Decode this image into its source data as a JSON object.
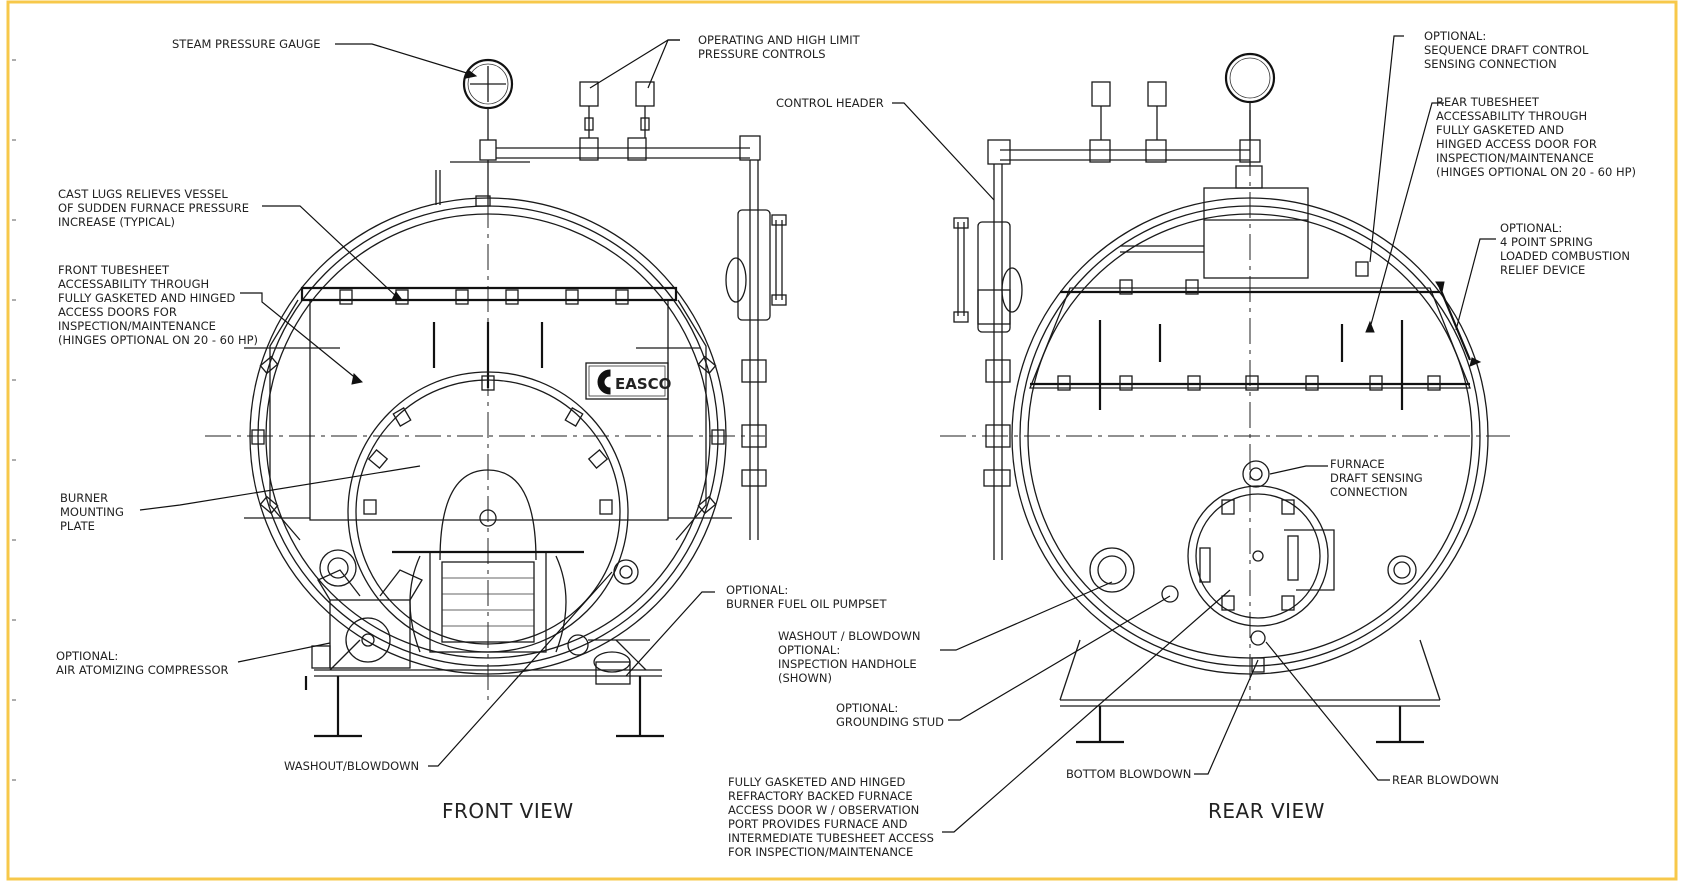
{
  "frame": {
    "border_color": "#f7c84a"
  },
  "titles": {
    "front_view": "FRONT VIEW",
    "rear_view": "REAR VIEW"
  },
  "logo": {
    "text": "EASCO"
  },
  "labels": {
    "steam_pressure_gauge": "STEAM PRESSURE GAUGE",
    "pressure_controls": [
      "OPERATING AND HIGH LIMIT",
      "PRESSURE CONTROLS"
    ],
    "control_header": "CONTROL HEADER",
    "cast_lugs": [
      "CAST LUGS RELIEVES VESSEL",
      "OF SUDDEN FURNACE PRESSURE",
      "INCREASE (TYPICAL)"
    ],
    "front_tubesheet": [
      "FRONT TUBESHEET",
      "ACCESSABILITY THROUGH",
      "FULLY GASKETED AND HINGED",
      "ACCESS DOORS FOR",
      "INSPECTION/MAINTENANCE",
      "(HINGES OPTIONAL ON 20 - 60 HP)"
    ],
    "burner_mounting_plate": [
      "BURNER",
      "MOUNTING",
      "PLATE"
    ],
    "air_compressor": [
      "OPTIONAL:",
      "AIR ATOMIZING COMPRESSOR"
    ],
    "washout_blowdown_front": "WASHOUT/BLOWDOWN",
    "fuel_oil_pumpset": [
      "OPTIONAL:",
      "BURNER FUEL OIL PUMPSET"
    ],
    "washout_handhole": [
      "WASHOUT / BLOWDOWN",
      "OPTIONAL:",
      "INSPECTION HANDHOLE",
      "(SHOWN)"
    ],
    "grounding_stud": [
      "OPTIONAL:",
      "GROUNDING STUD"
    ],
    "furnace_access_door": [
      "FULLY GASKETED AND HINGED",
      "REFRACTORY BACKED FURNACE",
      "ACCESS DOOR W / OBSERVATION",
      "PORT PROVIDES FURNACE AND",
      "INTERMEDIATE TUBESHEET ACCESS",
      "FOR INSPECTION/MAINTENANCE"
    ],
    "sequence_draft": [
      "OPTIONAL:",
      "SEQUENCE DRAFT CONTROL",
      "SENSING CONNECTION"
    ],
    "rear_tubesheet": [
      "REAR TUBESHEET",
      "ACCESSABILITY THROUGH",
      "FULLY GASKETED AND",
      "HINGED ACCESS DOOR FOR",
      "INSPECTION/MAINTENANCE",
      "(HINGES OPTIONAL ON 20 - 60 HP)"
    ],
    "relief_device": [
      "OPTIONAL:",
      "4 POINT SPRING",
      "LOADED COMBUSTION",
      "RELIEF DEVICE"
    ],
    "furnace_draft": [
      "FURNACE",
      "DRAFT SENSING",
      "CONNECTION"
    ],
    "bottom_blowdown": "BOTTOM BLOWDOWN",
    "rear_blowdown": "REAR BLOWDOWN"
  }
}
